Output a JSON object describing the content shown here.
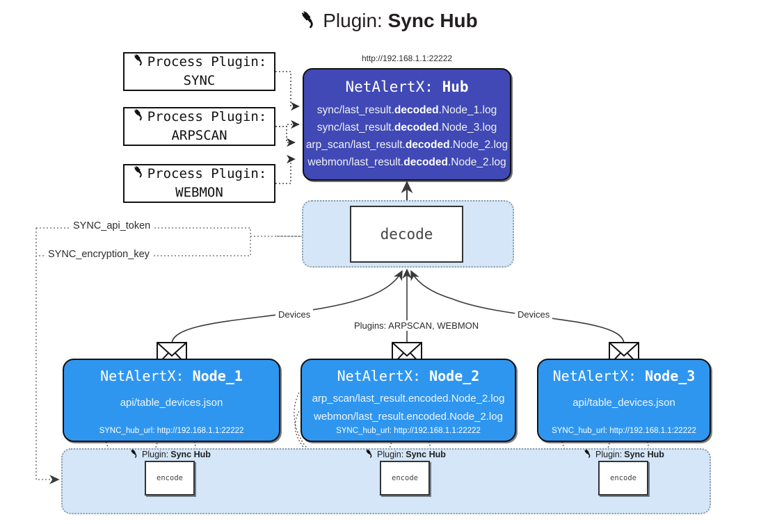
{
  "title": {
    "icon": "plug-icon",
    "prefix": "Plugin: ",
    "name": "Sync Hub"
  },
  "process_plugins": [
    {
      "icon": "plug-icon",
      "line1": "Process Plugin:",
      "line2": "SYNC"
    },
    {
      "icon": "plug-icon",
      "line1": "Process Plugin:",
      "line2": "ARPSCAN"
    },
    {
      "icon": "plug-icon",
      "line1": "Process Plugin:",
      "line2": "WEBMON"
    }
  ],
  "hub": {
    "url": "http://192.168.1.1:22222",
    "title_prefix": "NetAlertX: ",
    "title_name": "Hub",
    "color": "#4049b5",
    "rows": [
      {
        "pre": "sync/last_result.",
        "mid": "decoded",
        "post": ".Node_1.log"
      },
      {
        "pre": "sync/last_result.",
        "mid": "decoded",
        "post": ".Node_3.log"
      },
      {
        "pre": "arp_scan/last_result.",
        "mid": "decoded",
        "post": ".Node_2.log"
      },
      {
        "pre": "webmon/last_result.",
        "mid": "decoded",
        "post": ".Node_2.log"
      }
    ]
  },
  "decode": {
    "label": "decode",
    "zone_color": "#d4e6f8"
  },
  "settings_labels": [
    {
      "text": "SYNC_api_token"
    },
    {
      "text": "SYNC_encryption_key"
    }
  ],
  "edge_labels": [
    {
      "text": "Devices"
    },
    {
      "text": "Plugins: ARPSCAN, WEBMON"
    },
    {
      "text": "Devices"
    }
  ],
  "nodes": [
    {
      "icon": "envelope-icon",
      "title_prefix": "NetAlertX: ",
      "title_name": "Node_1",
      "color": "#2f96f0",
      "lines": [
        "api/table_devices.json"
      ],
      "url": "SYNC_hub_url: http://192.168.1.1:22222"
    },
    {
      "icon": "envelope-icon",
      "title_prefix": "NetAlertX: ",
      "title_name": "Node_2",
      "color": "#2f96f0",
      "lines": [
        "arp_scan/last_result.encoded.Node_2.log",
        "webmon/last_result.encoded.Node_2.log"
      ],
      "url": "SYNC_hub_url: http://192.168.1.1:22222"
    },
    {
      "icon": "envelope-icon",
      "title_prefix": "NetAlertX: ",
      "title_name": "Node_3",
      "color": "#2f96f0",
      "lines": [
        "api/table_devices.json"
      ],
      "url": "SYNC_hub_url: http://192.168.1.1:22222"
    }
  ],
  "encoders": [
    {
      "icon": "plug-icon",
      "plugin_prefix": "Plugin: ",
      "plugin_name": "Sync Hub",
      "label": "encode"
    },
    {
      "icon": "plug-icon",
      "plugin_prefix": "Plugin: ",
      "plugin_name": "Sync Hub",
      "label": "encode"
    },
    {
      "icon": "plug-icon",
      "plugin_prefix": "Plugin: ",
      "plugin_name": "Sync Hub",
      "label": "encode"
    }
  ]
}
